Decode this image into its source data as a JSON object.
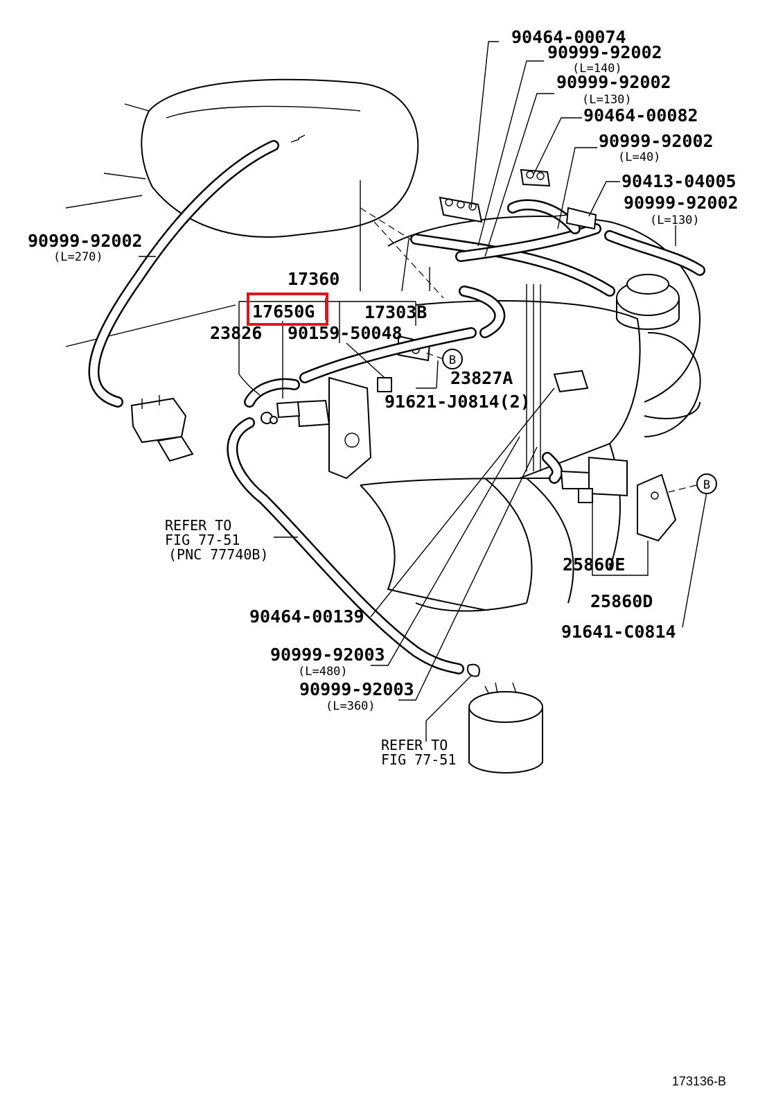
{
  "parts": {
    "p90464_00074": "90464-00074",
    "p90999_92002_a": "90999-92002",
    "len_140": "(L=140)",
    "p90999_92002_b": "90999-92002",
    "len_130_a": "(L=130)",
    "p90464_00082": "90464-00082",
    "p90999_92002_c": "90999-92002",
    "len_40": "(L=40)",
    "p90413_04005": "90413-04005",
    "p90999_92002_d": "90999-92002",
    "len_130_b": "(L=130)",
    "p90999_92002_e": "90999-92002",
    "len_270": "(L=270)",
    "p17360": "17360",
    "p17650G": "17650G",
    "p17303B": "17303B",
    "p23826": "23826",
    "p90159_50048": "90159-50048",
    "p23827A": "23827A",
    "p91621_J0814": "91621-J0814(2)",
    "p25860E": "25860E",
    "p25860D": "25860D",
    "p91641_C0814": "91641-C0814",
    "p90464_00139": "90464-00139",
    "p90999_92003_a": "90999-92003",
    "len_480": "(L=480)",
    "p90999_92003_b": "90999-92003",
    "len_360": "(L=360)"
  },
  "refs": {
    "refer_to_1": "REFER TO",
    "fig_1": "FIG 77-51",
    "pnc_1": "(PNC 77740B)",
    "refer_to_2": "REFER TO",
    "fig_2": "FIG 77-51"
  },
  "markers": {
    "b1": "B",
    "b2": "B"
  },
  "highlight": {
    "part": "17650G",
    "color": "#e8141c"
  },
  "drawing_number": "173136-B"
}
